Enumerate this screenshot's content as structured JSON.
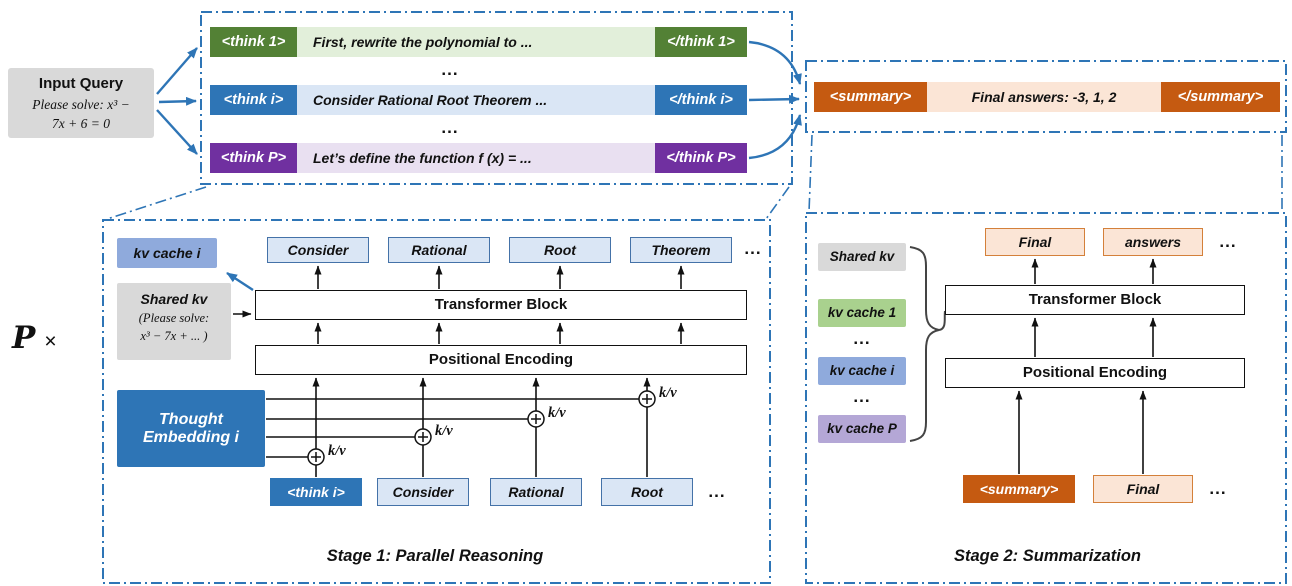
{
  "colors": {
    "blue": "#2e75b6",
    "green": "#538135",
    "purple": "#7030a0",
    "orange": "#c55a11",
    "light_blue": "#dae6f5",
    "light_green": "#e2efda",
    "light_purple": "#e9e0f1",
    "light_orange": "#fbe5d6",
    "kv_blue": "#8faadc",
    "kv_green": "#a9d18e",
    "kv_purple": "#b4a7d6",
    "gray": "#d9d9d9"
  },
  "input_query": {
    "title": "Input Query",
    "line1": "Please solve: x³ −",
    "line2": "7x + 6 = 0"
  },
  "think_panel": {
    "ellipsis": "...",
    "rows": [
      {
        "open": "<think 1>",
        "text": "First, rewrite the polynomial to ...",
        "close": "</think 1>"
      },
      {
        "open": "<think i>",
        "text": "Consider Rational Root Theorem ...",
        "close": "</think i>"
      },
      {
        "open": "<think P>",
        "text": "Let’s define the function f (x) = ...",
        "close": "</think P>"
      }
    ]
  },
  "summary_panel": {
    "open": "<summary>",
    "text": "Final answers: -3, 1, 2",
    "close": "</summary>"
  },
  "multiplier": {
    "symbol": "P",
    "times": "×"
  },
  "stage1": {
    "kv_cache": "kv cache i",
    "shared_kv_title": "Shared kv",
    "shared_kv_line1": "(Please solve:",
    "shared_kv_line2": "x³ − 7x + ... )",
    "top_tokens": [
      "Consider",
      "Rational",
      "Root",
      "Theorem"
    ],
    "transformer": "Transformer Block",
    "positional": "Positional Encoding",
    "thought_embedding": "Thought Embedding i",
    "bottom_tokens": [
      "<think i>",
      "Consider",
      "Rational",
      "Root"
    ],
    "kv_label": "k/v",
    "ellipsis": "...",
    "caption": "Stage 1: Parallel Reasoning"
  },
  "stage2": {
    "kv_boxes": [
      "Shared kv",
      "kv cache 1",
      "kv cache i",
      "kv cache P"
    ],
    "top_tokens": [
      "Final",
      "answers"
    ],
    "transformer": "Transformer Block",
    "positional": "Positional Encoding",
    "bottom_tokens": [
      "<summary>",
      "Final"
    ],
    "ellipsis": "...",
    "caption": "Stage 2: Summarization"
  }
}
